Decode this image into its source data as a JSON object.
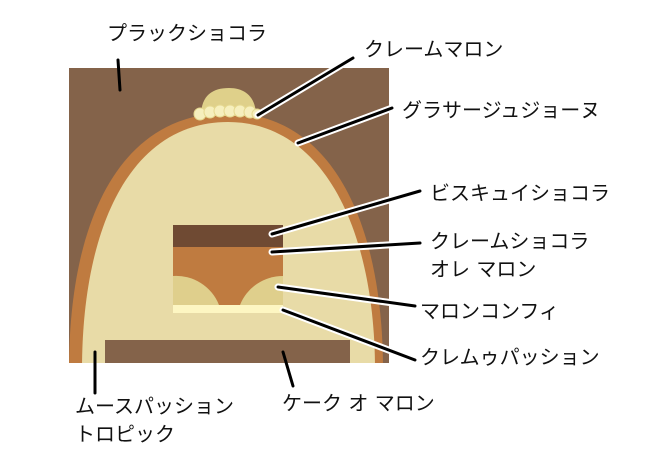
{
  "colors": {
    "chocolate_bg": "#84634a",
    "glaze": "#bf7b40",
    "mousse": "#e8dba7",
    "biscuit": "#6f4a33",
    "cream_choco": "#bf7b40",
    "confit": "#dfcf8c",
    "cream_passion": "#fdf6c2",
    "cake": "#84634a",
    "creme_marron": "#dfd08a",
    "beads": "#f6efbd"
  },
  "labels": {
    "black_chocolat": "プラックショコラ",
    "creme_marron": "クレームマロン",
    "glacage": "グラサージュジョーヌ",
    "biscuit": "ビスキュイショコラ",
    "creme_chocolat_line1": "クレームショコラ",
    "creme_chocolat_line2": "オレ マロン",
    "marron_confit": "マロンコンフィ",
    "creme_passion": "クレムゥパッション",
    "cake_marron": "ケーク オ マロン",
    "mousse_line1": "ムースパッション",
    "mousse_line2": "トロピック"
  }
}
